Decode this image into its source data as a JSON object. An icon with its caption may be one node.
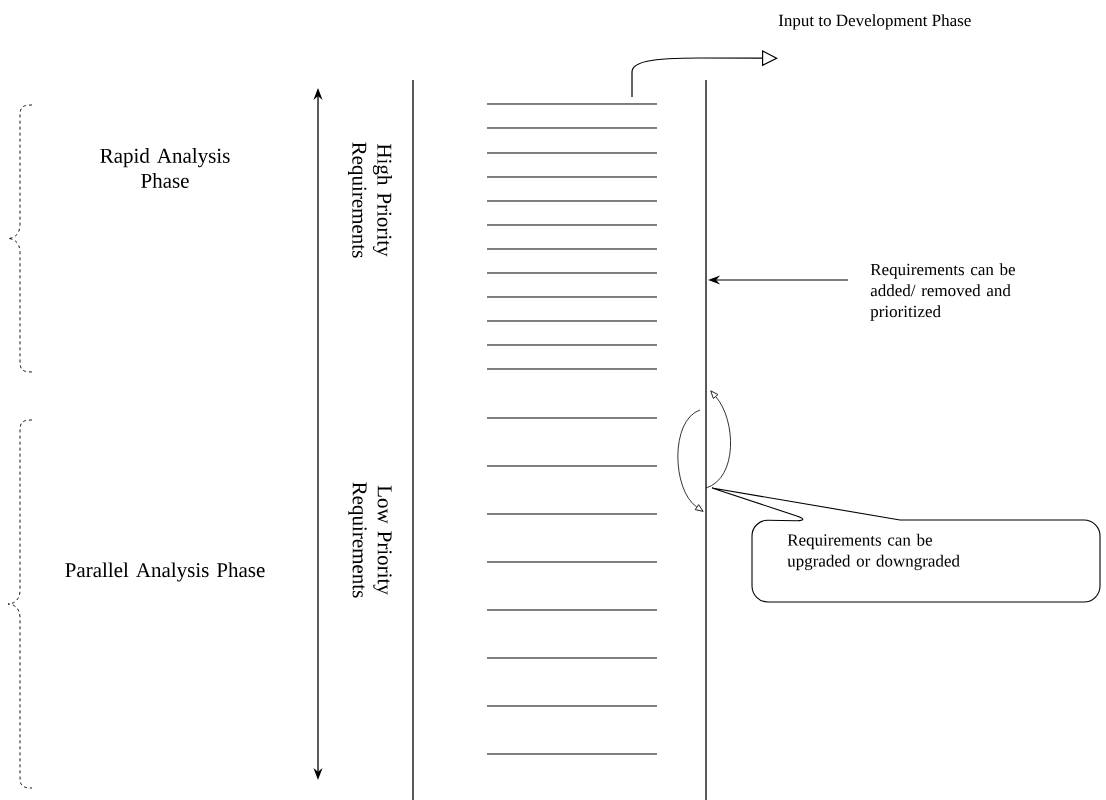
{
  "diagram": {
    "nodes": [
      {
        "text": [
          "Input to Development Phase"
        ]
      },
      {
        "text": [
          "Requirements can be added/ removed and prioritized"
        ]
      },
      {
        "text": [
          "Requirements can be upgraded or downgraded"
        ]
      }
    ],
    "edges": [
      {
        "from": null,
        "to": 0,
        "arrow": "to"
      },
      {
        "from": 1,
        "to": null,
        "arrow": "to"
      }
    ],
    "labels": [
      "Rapid Analysis Phase",
      "High Priority Requirements",
      "Low Priority Requirements",
      "Parallel Analysis Phase"
    ]
  }
}
